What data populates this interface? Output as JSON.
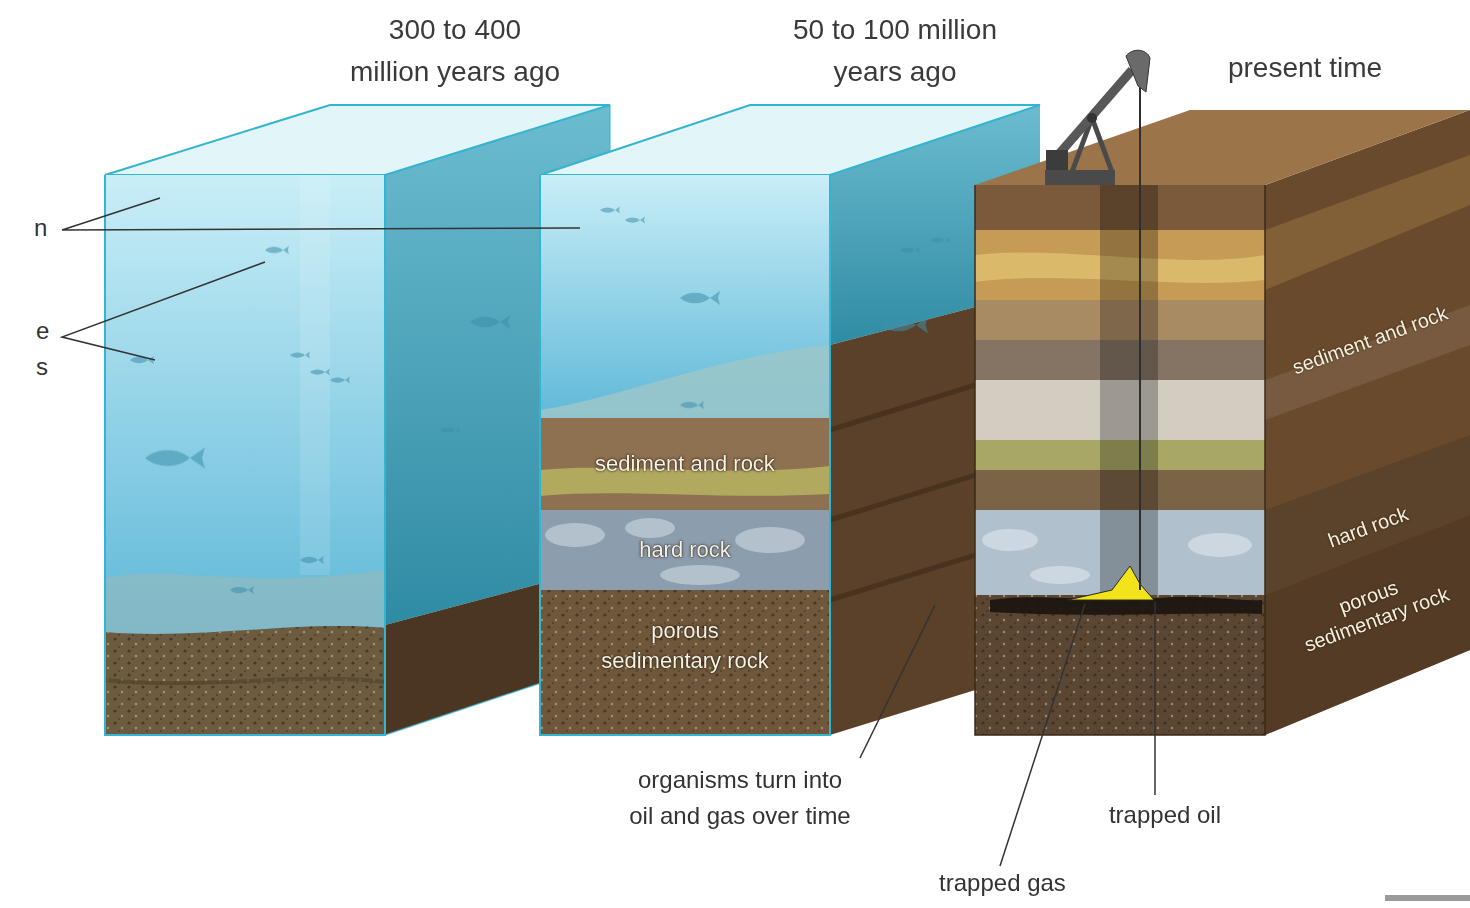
{
  "diagram": {
    "nodes": [
      {
        "text": [
          "300 to 400 million years ago"
        ]
      },
      {
        "text": [
          "50 to 100 million years ago"
        ]
      },
      {
        "text": [
          "sediment and rock"
        ],
        "in": 1
      },
      {
        "text": [
          "hard rock"
        ],
        "in": 1
      },
      {
        "text": [
          "porous sedimentary rock"
        ],
        "in": 1
      },
      {
        "text": [
          "present time"
        ]
      }
    ],
    "labels": [
      "n",
      "e",
      "s",
      "organisms turn into oil and gas over time",
      "trapped oil",
      "trapped gas",
      "sediment and rock",
      "hard rock",
      "porous sedimentary rock"
    ]
  }
}
